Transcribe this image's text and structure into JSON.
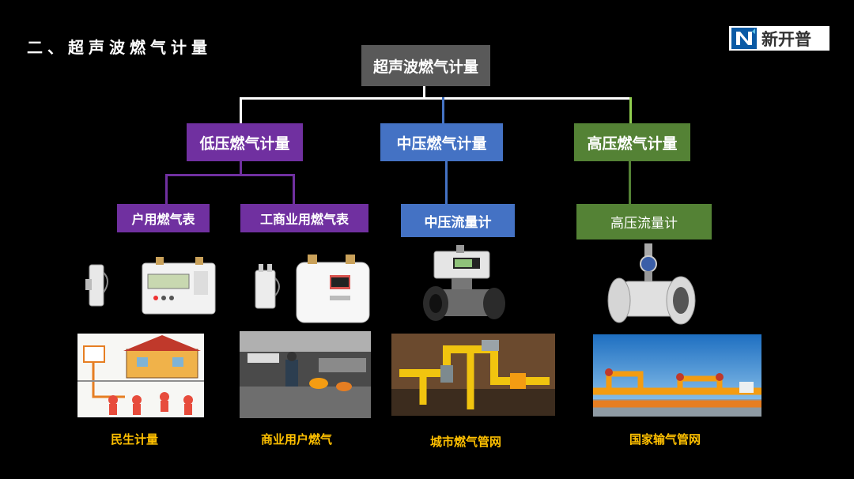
{
  "slide": {
    "title": "二、超声波燃气计量",
    "logo_text": "新开普",
    "logo_icon": "n-logo-icon"
  },
  "tree": {
    "root": "超声波燃气计量",
    "low": "低压燃气计量",
    "mid": "中压燃气计量",
    "high": "高压燃气计量",
    "household": "户用燃气表",
    "commercial": "工商业用燃气表",
    "mid_meter": "中压流量计",
    "high_meter": "高压流量计"
  },
  "captions": {
    "residential": "民生计量",
    "commercial": "商业用户燃气",
    "city": "城市燃气管网",
    "national": "国家输气管网"
  },
  "colors": {
    "root": "#595959",
    "purple": "#7030a0",
    "blue": "#4472c4",
    "green": "#548235",
    "caption": "#ffc000"
  }
}
